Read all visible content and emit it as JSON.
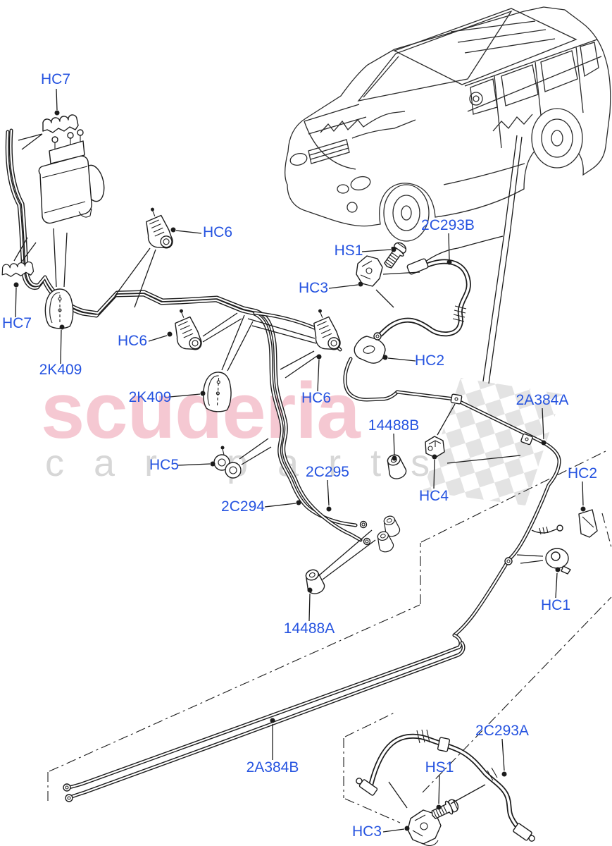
{
  "diagram": {
    "description": "Front and rear brake pipes parts diagram with vehicle location view",
    "vehicle": "Range Rover SUV outline"
  },
  "colors": {
    "label_blue": "#2553e0",
    "line_black": "#1c1c1c",
    "watermark_pink": "#f5c8d2",
    "watermark_gray": "#d7d7d7"
  },
  "watermark": {
    "line1": "scuderia",
    "line2": "car parts"
  },
  "labels": [
    {
      "id": "hc7-top",
      "text": "HC7"
    },
    {
      "id": "hc6-top",
      "text": "HC6"
    },
    {
      "id": "2c293b",
      "text": "2C293B"
    },
    {
      "id": "hs1-top",
      "text": "HS1"
    },
    {
      "id": "hc3-top",
      "text": "HC3"
    },
    {
      "id": "hc7-left",
      "text": "HC7"
    },
    {
      "id": "2k409-a",
      "text": "2K409"
    },
    {
      "id": "hc6-left",
      "text": "HC6"
    },
    {
      "id": "2k409-b",
      "text": "2K409"
    },
    {
      "id": "hc6-mid",
      "text": "HC6"
    },
    {
      "id": "hc2-mid",
      "text": "HC2"
    },
    {
      "id": "2a384a",
      "text": "2A384A"
    },
    {
      "id": "14488b",
      "text": "14488B"
    },
    {
      "id": "hc5",
      "text": "HC5"
    },
    {
      "id": "2c295",
      "text": "2C295"
    },
    {
      "id": "hc4",
      "text": "HC4"
    },
    {
      "id": "hc2-right",
      "text": "HC2"
    },
    {
      "id": "2c294",
      "text": "2C294"
    },
    {
      "id": "hc1",
      "text": "HC1"
    },
    {
      "id": "14488a",
      "text": "14488A"
    },
    {
      "id": "2a384b",
      "text": "2A384B"
    },
    {
      "id": "2c293a",
      "text": "2C293A"
    },
    {
      "id": "hs1-bottom",
      "text": "HS1"
    },
    {
      "id": "hc3-bottom",
      "text": "HC3"
    }
  ]
}
